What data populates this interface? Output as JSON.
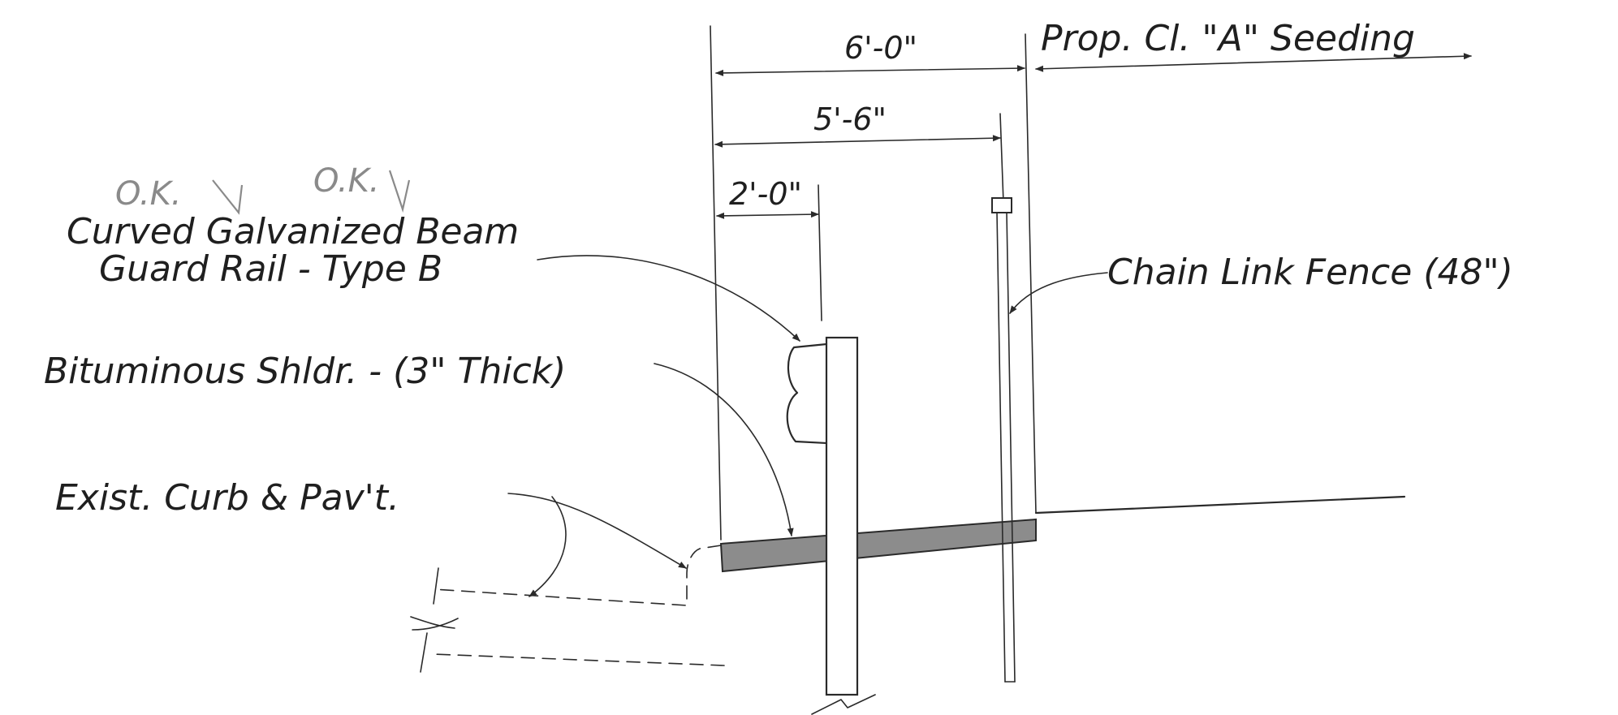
{
  "drawing": {
    "dimensions": {
      "overall": "6'-0\"",
      "fence": "5'-6\"",
      "rail": "2'-0\""
    },
    "labels": {
      "seeding": "Prop. Cl. \"A\" Seeding",
      "guard_rail_line1": "Curved Galvanized Beam",
      "guard_rail_line2": "Guard Rail - Type B",
      "shoulder": "Bituminous Shldr. - (3\" Thick)",
      "curb": "Exist. Curb & Pav't.",
      "fence": "Chain Link Fence (48\")"
    },
    "handwritten": {
      "note1": "O.K.",
      "note2": "O.K."
    },
    "colors": {
      "ink": "#2a2a2a",
      "shoulder_fill": "#8c8c8c",
      "pencil": "#8a8a8a"
    }
  }
}
